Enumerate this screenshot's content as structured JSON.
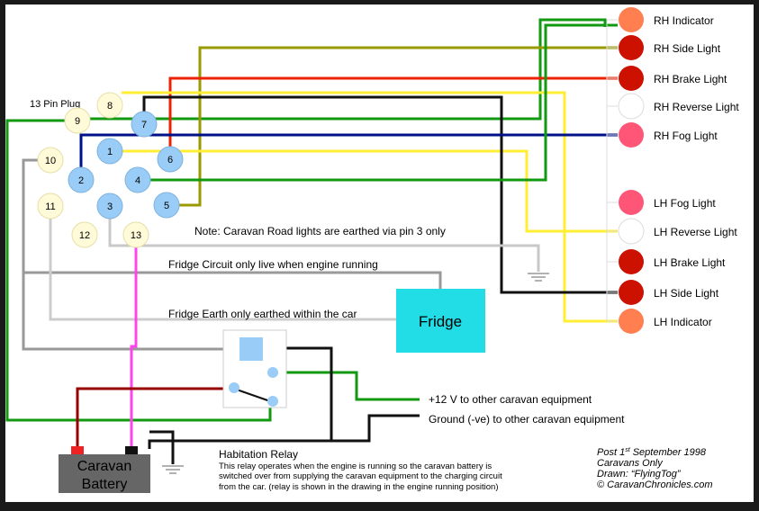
{
  "plug": {
    "title": "13 Pin Plug",
    "pins": [
      "9",
      "8",
      "7",
      "1",
      "6",
      "10",
      "2",
      "4",
      "11",
      "3",
      "5",
      "12",
      "13"
    ]
  },
  "lights": {
    "rh_indicator": "RH Indicator",
    "rh_side": "RH Side Light",
    "rh_brake": "RH Brake Light",
    "rh_reverse": "RH Reverse Light",
    "rh_fog": "RH Fog Light",
    "lh_fog": "LH Fog Light",
    "lh_reverse": "LH Reverse Light",
    "lh_brake": "LH Brake Light",
    "lh_side": "LH Side Light",
    "lh_indicator": "LH Indicator"
  },
  "notes": {
    "road_lights": "Note: Caravan Road lights are earthed via pin 3 only",
    "fridge_circuit": "Fridge Circuit only live when engine running",
    "fridge_earth": "Fridge Earth only earthed within the car"
  },
  "fridge": {
    "label": "Fridge"
  },
  "relay": {
    "title": "Habitation Relay",
    "desc1": "This relay operates when the engine is running so the caravan battery is",
    "desc2": "switched over from supplying the caravan equipment to the charging circuit",
    "desc3": "from the car. (relay is shown in the drawing in the engine running position)"
  },
  "outputs": {
    "positive": "+12 V to other caravan equipment",
    "ground": "Ground (-ve) to other caravan equipment"
  },
  "battery": {
    "line1": "Caravan",
    "line2": "Battery"
  },
  "credits": {
    "post_prefix": "Post 1",
    "post_sup": "st",
    "post_suffix": " September 1998",
    "scope": "Caravans Only",
    "drawn": "Drawn: “FlyingTog”",
    "copyright": "© CaravanChronicles.com"
  },
  "colors": {
    "orange": "#FF7F50",
    "red": "#CC1100",
    "pink": "#FF5577",
    "green": "#119911",
    "olive": "#999900",
    "yellow": "#FFEE33",
    "navy": "#001188",
    "magenta": "#FF44EE",
    "fridge_cyan": "#22DDE6",
    "pin_blue": "#99CCF6",
    "pin_cream": "#FFFAD8"
  }
}
